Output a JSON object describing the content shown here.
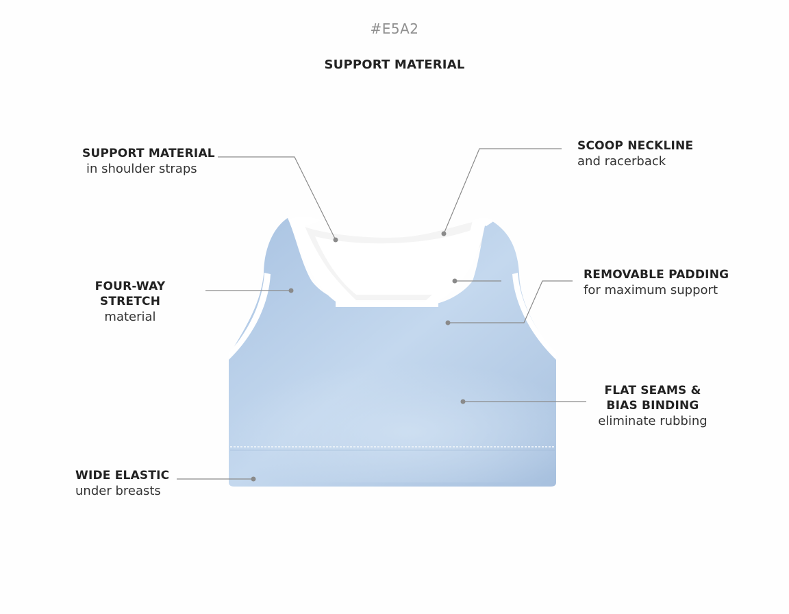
{
  "header": {
    "code": "#E5A2",
    "title": "SUPPORT MATERIAL"
  },
  "callouts": {
    "support_material": {
      "title": "SUPPORT MATERIAL",
      "subtitle": "in shoulder straps"
    },
    "scoop_neckline": {
      "title": "SCOOP NECKLINE",
      "subtitle": "and racerback"
    },
    "four_way_stretch": {
      "title": "FOUR-WAY STRETCH",
      "subtitle": "material"
    },
    "removable_padding": {
      "title": "REMOVABLE PADDING",
      "subtitle": "for maximum support"
    },
    "flat_seams": {
      "title_line1": "FLAT SEAMS &",
      "title_line2": "BIAS BINDING",
      "subtitle": "eliminate rubbing"
    },
    "wide_elastic": {
      "title": "WIDE ELASTIC",
      "subtitle": "under breasts"
    }
  },
  "colors": {
    "fabric": "#b9d0e8",
    "binding": "#ffffff",
    "leader_line": "#8a8a8a"
  }
}
